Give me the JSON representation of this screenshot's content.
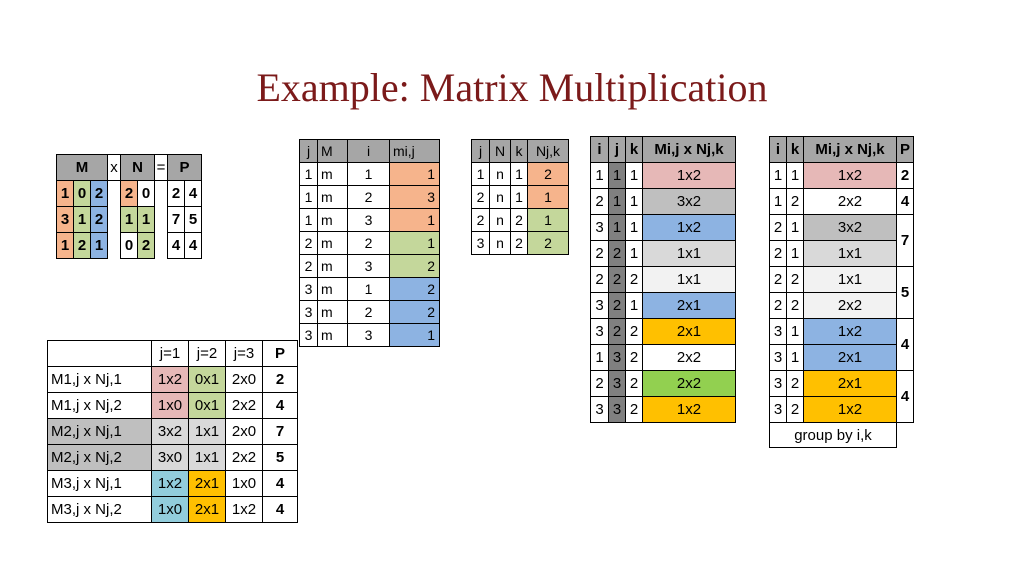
{
  "title": "Example: Matrix Multiplication",
  "colors": {
    "title": "#7b1a1a",
    "header_gray": "#a6a6a6",
    "orange": "#f6b48c",
    "green": "#c4d79b",
    "blue": "#8db3e2",
    "pink": "#e6b8b7",
    "gray": "#bfbfbf",
    "light_gray": "#f2f2f2",
    "yellow": "#ffc000",
    "bright_green": "#92d050",
    "light_blue": "#92cddc"
  },
  "mnp": {
    "header": {
      "M": "M",
      "x": "x",
      "N": "N",
      "eq": "=",
      "P": "P"
    },
    "M": [
      [
        "1",
        "0",
        "2"
      ],
      [
        "3",
        "1",
        "2"
      ],
      [
        "1",
        "2",
        "1"
      ]
    ],
    "N": [
      [
        "2",
        "0"
      ],
      [
        "1",
        "1"
      ],
      [
        "0",
        "2"
      ]
    ],
    "P": [
      [
        "2",
        "4"
      ],
      [
        "7",
        "5"
      ],
      [
        "4",
        "4"
      ]
    ]
  },
  "products": {
    "headers": [
      "",
      "j=1",
      "j=2",
      "j=3",
      "P"
    ],
    "rows": [
      [
        "M1,j  x Nj,1",
        "1x2",
        "0x1",
        "2x0",
        "2"
      ],
      [
        "M1,j  x Nj,2",
        "1x0",
        "0x1",
        "2x2",
        "4"
      ],
      [
        "M2,j x Nj,1",
        "3x2",
        "1x1",
        "2x0",
        "7"
      ],
      [
        "M2,j x Nj,2",
        "3x0",
        "1x1",
        "2x2",
        "5"
      ],
      [
        "M3,j x Nj,1",
        "1x2",
        "2x1",
        "1x0",
        "4"
      ],
      [
        "M3,j x Nj,2",
        "1x0",
        "2x1",
        "1x2",
        "4"
      ]
    ]
  },
  "m_records": {
    "headers": [
      "j",
      "M",
      "i",
      "mi,j"
    ],
    "rows": [
      [
        "1",
        "m",
        "1",
        "1"
      ],
      [
        "1",
        "m",
        "2",
        "3"
      ],
      [
        "1",
        "m",
        "3",
        "1"
      ],
      [
        "2",
        "m",
        "2",
        "1"
      ],
      [
        "2",
        "m",
        "3",
        "2"
      ],
      [
        "3",
        "m",
        "1",
        "2"
      ],
      [
        "3",
        "m",
        "2",
        "2"
      ],
      [
        "3",
        "m",
        "3",
        "1"
      ]
    ]
  },
  "n_records": {
    "headers": [
      "j",
      "N",
      "k",
      "Nj,k"
    ],
    "rows": [
      [
        "1",
        "n",
        "1",
        "2"
      ],
      [
        "2",
        "n",
        "1",
        "1"
      ],
      [
        "2",
        "n",
        "2",
        "1"
      ],
      [
        "3",
        "n",
        "2",
        "2"
      ]
    ]
  },
  "map_output": {
    "headers": [
      "i",
      "j",
      "k",
      "Mi,j x Nj,k"
    ],
    "rows": [
      [
        "1",
        "1",
        "1",
        "1x2"
      ],
      [
        "2",
        "1",
        "1",
        "3x2"
      ],
      [
        "3",
        "1",
        "1",
        "1x2"
      ],
      [
        "2",
        "2",
        "1",
        "1x1"
      ],
      [
        "2",
        "2",
        "2",
        "1x1"
      ],
      [
        "3",
        "2",
        "1",
        "2x1"
      ],
      [
        "3",
        "2",
        "2",
        "2x1"
      ],
      [
        "1",
        "3",
        "2",
        "2x2"
      ],
      [
        "2",
        "3",
        "2",
        "2x2"
      ],
      [
        "3",
        "3",
        "2",
        "1x2"
      ]
    ]
  },
  "reduce_output": {
    "headers": [
      "i",
      "k",
      "Mi,j x Nj,k",
      "P"
    ],
    "rows": [
      [
        "1",
        "1",
        "1x2"
      ],
      [
        "1",
        "2",
        "2x2"
      ],
      [
        "2",
        "1",
        "3x2"
      ],
      [
        "2",
        "1",
        "1x1"
      ],
      [
        "2",
        "2",
        "1x1"
      ],
      [
        "2",
        "2",
        "2x2"
      ],
      [
        "3",
        "1",
        "1x2"
      ],
      [
        "3",
        "1",
        "2x1"
      ],
      [
        "3",
        "2",
        "2x1"
      ],
      [
        "3",
        "2",
        "1x2"
      ]
    ],
    "p_values": [
      "2",
      "4",
      "7",
      "5",
      "4",
      "4"
    ],
    "footer": "group by i,k"
  }
}
